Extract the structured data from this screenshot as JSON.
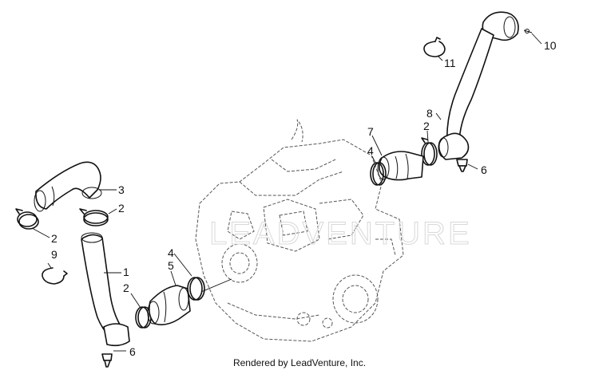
{
  "diagram": {
    "colors": {
      "line": "#111111",
      "engine": "#555555",
      "watermark": "#d8d8d8",
      "background": "#ffffff"
    },
    "callouts": [
      {
        "id": "c10",
        "label": "10"
      },
      {
        "id": "c11",
        "label": "11"
      },
      {
        "id": "c8",
        "label": "8"
      },
      {
        "id": "c2a",
        "label": "2"
      },
      {
        "id": "c7",
        "label": "7"
      },
      {
        "id": "c4a",
        "label": "4"
      },
      {
        "id": "c6a",
        "label": "6"
      },
      {
        "id": "c3",
        "label": "3"
      },
      {
        "id": "c2b",
        "label": "2"
      },
      {
        "id": "c2c",
        "label": "2"
      },
      {
        "id": "c9",
        "label": "9"
      },
      {
        "id": "c4b",
        "label": "4"
      },
      {
        "id": "c5",
        "label": "5"
      },
      {
        "id": "c1",
        "label": "1"
      },
      {
        "id": "c2d",
        "label": "2"
      },
      {
        "id": "c6b",
        "label": "6"
      }
    ],
    "watermark_text": "LEADVENTURE",
    "footer_text": "Rendered by LeadVenture, Inc."
  }
}
